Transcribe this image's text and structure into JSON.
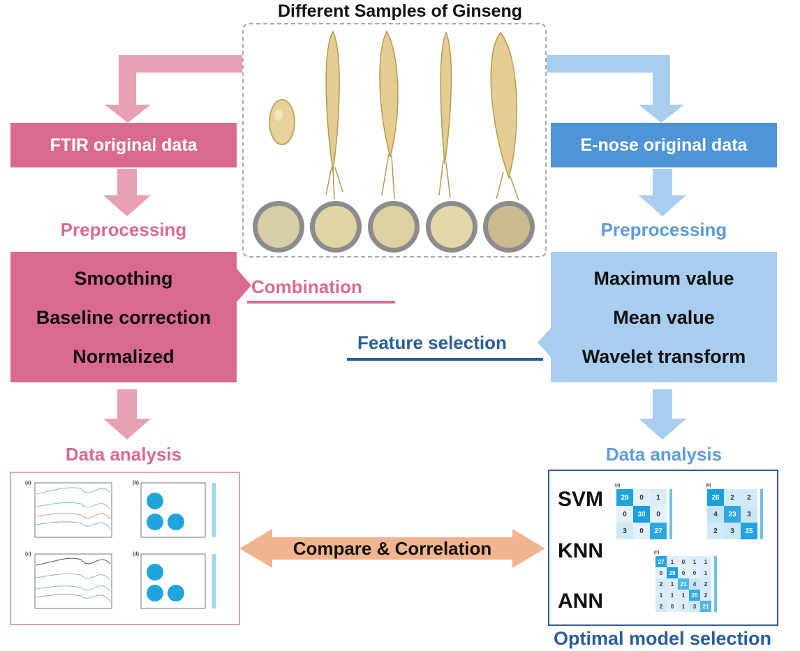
{
  "title": "Different Samples of Ginseng",
  "colors": {
    "pink": "#d96a8e",
    "pink_light": "#e8a0b5",
    "blue": "#4f94d4",
    "blue_light": "#a8cdef",
    "navy": "#2a5d9a",
    "compare_arrow": "#f2b48f"
  },
  "left": {
    "header": "FTIR original data",
    "preprocessing": "Preprocessing",
    "steps": [
      "Smoothing",
      "Baseline correction",
      "Normalized"
    ],
    "analysis": "Data analysis"
  },
  "right": {
    "header": "E-nose original data",
    "preprocessing": "Preprocessing",
    "steps": [
      "Maximum value",
      "Mean value",
      "Wavelet transform"
    ],
    "analysis": "Data analysis",
    "models": [
      "SVM",
      "KNN",
      "ANN"
    ],
    "footer": "Optimal model selection"
  },
  "combination": "Combination",
  "feature_selection": "Feature selection",
  "compare": "Compare & Correlation",
  "ftir_panels": [
    {
      "label": "(a)",
      "kind": "spectra"
    },
    {
      "label": "(b)",
      "kind": "correlation"
    },
    {
      "label": "(c)",
      "kind": "spectra"
    },
    {
      "label": "(d)",
      "kind": "correlation"
    }
  ],
  "confusion_matrices": [
    {
      "label": "(a)",
      "rows": [
        [
          29,
          0,
          1
        ],
        [
          0,
          30,
          0
        ],
        [
          3,
          0,
          27
        ]
      ]
    },
    {
      "label": "(b)",
      "rows": [
        [
          26,
          2,
          2
        ],
        [
          4,
          23,
          3
        ],
        [
          2,
          3,
          25
        ]
      ]
    },
    {
      "label": "(c)",
      "rows": [
        [
          27,
          1,
          0,
          1,
          1
        ],
        [
          0,
          29,
          0,
          0,
          1
        ],
        [
          2,
          1,
          21,
          4,
          2
        ],
        [
          1,
          1,
          1,
          25,
          2
        ],
        [
          2,
          0,
          1,
          3,
          21
        ]
      ]
    }
  ],
  "sample_icons": [
    "ginseng-slice-icon",
    "ginseng-root-icon",
    "ginseng-root-icon",
    "ginseng-root-icon",
    "ginseng-root-icon"
  ],
  "dish_icons": [
    "sample-dish-icon",
    "sample-dish-icon",
    "sample-dish-icon",
    "sample-dish-icon",
    "sample-dish-icon"
  ]
}
